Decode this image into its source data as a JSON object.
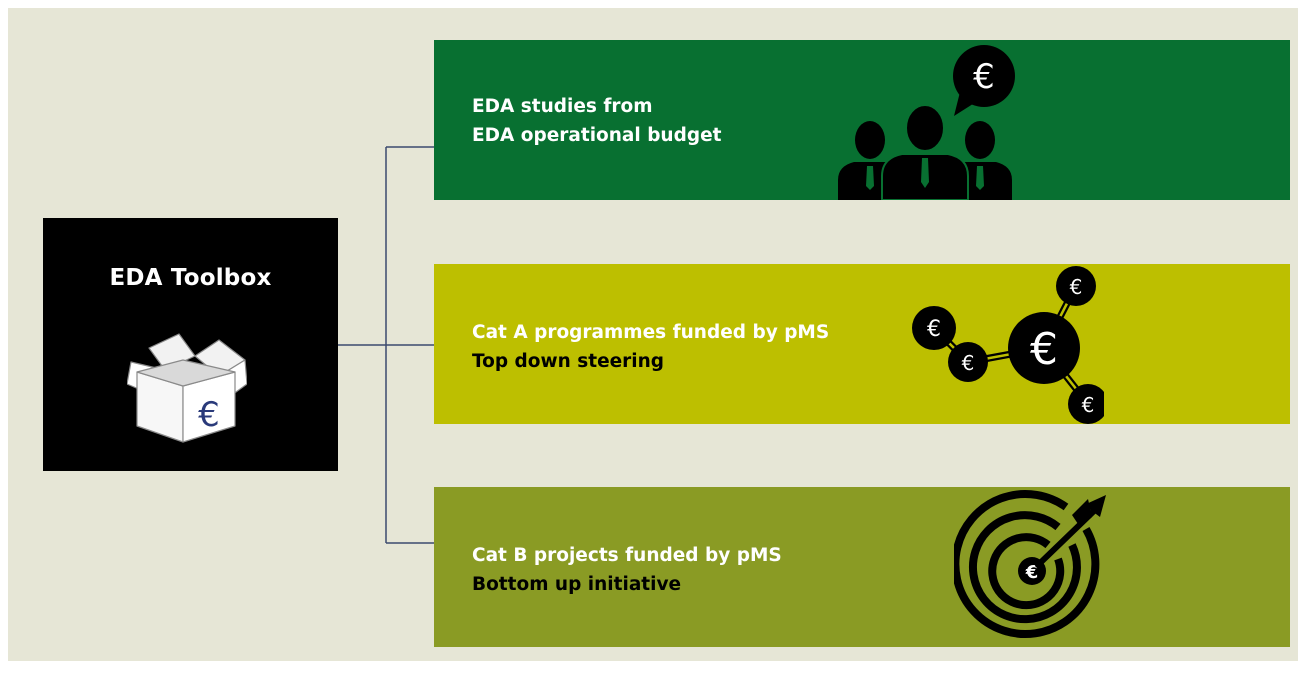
{
  "toolbox": {
    "title": "EDA Toolbox",
    "icon": "euro-box-icon",
    "symbol": "€"
  },
  "panels": [
    {
      "line1": "EDA studies from",
      "line2": "EDA operational budget",
      "icon": "people-euro-speech-icon",
      "color": "#087031"
    },
    {
      "line1": "Cat A programmes funded by pMS",
      "line2": "Top down steering",
      "icon": "euro-network-icon",
      "color": "#bdbf00"
    },
    {
      "line1": "Cat B projects funded by pMS",
      "line2": "Bottom up initiative",
      "icon": "euro-target-icon",
      "color": "#8a9b24"
    }
  ],
  "colors": {
    "background": "#e6e6d6",
    "toolbox": "#000000",
    "connector": "#3c4a6e"
  }
}
